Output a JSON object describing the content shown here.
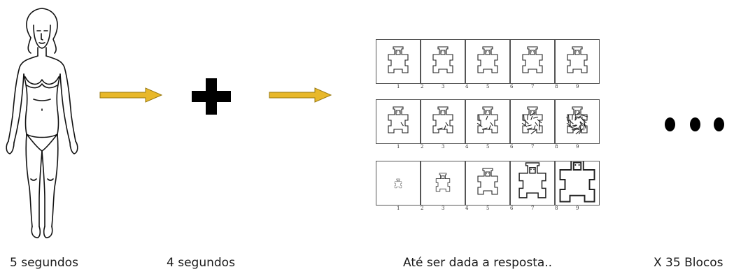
{
  "steps": [
    {
      "caption": "5 segundos",
      "icon": "body-figure-icon"
    },
    {
      "caption": "4 segundos",
      "icon": "fixation-cross-icon"
    },
    {
      "caption": "Até ser dada a resposta..",
      "icon": "figure-scale-grid"
    },
    {
      "caption": "X 35 Blocos",
      "icon": "ellipsis-dots-icon"
    }
  ],
  "grid": {
    "rows": [
      {
        "labels": [
          "1",
          "2",
          "3",
          "4",
          "5",
          "6",
          "7",
          "8",
          "9"
        ]
      },
      {
        "labels": [
          "1",
          "2",
          "3",
          "4",
          "5",
          "6",
          "7",
          "8",
          "9"
        ]
      },
      {
        "labels": [
          "1",
          "2",
          "3",
          "4",
          "5",
          "6",
          "7",
          "8",
          "9"
        ]
      }
    ]
  },
  "colors": {
    "arrow": "#e8b82a",
    "arrow_outline": "#9a7a10",
    "cross": "#000000"
  }
}
